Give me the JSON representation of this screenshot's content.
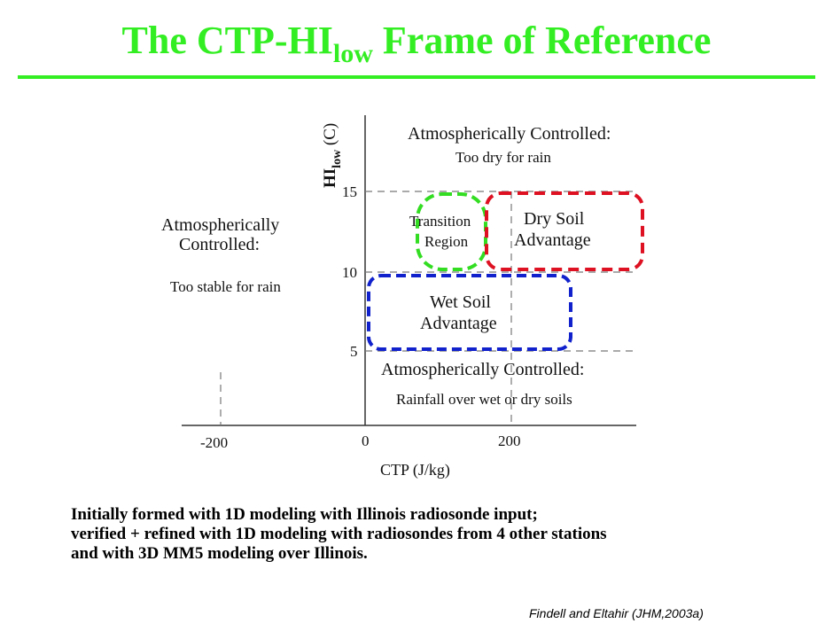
{
  "title": {
    "main": "The CTP-HI",
    "subscript": "low",
    "rest": " Frame of Reference"
  },
  "axes": {
    "y_label_main": "HI",
    "y_label_sub": "low",
    "y_label_unit": " (C)",
    "x_label": "CTP (J/kg)",
    "x_ticks": [
      "-200",
      "0",
      "200"
    ],
    "y_ticks": [
      "15",
      "10",
      "5"
    ]
  },
  "regions": {
    "top": {
      "line1": "Atmospherically Controlled:",
      "line2": "Too dry for rain"
    },
    "left": {
      "line1": "Atmospherically",
      "line2": "Controlled:",
      "line3": "Too stable for rain"
    },
    "bottom": {
      "line1": "Atmospherically Controlled:",
      "line2": "Rainfall over wet or dry soils"
    },
    "transition": {
      "line1": "Transition",
      "line2": "Region",
      "color": "#33dd22"
    },
    "dry_soil": {
      "line1": "Dry Soil",
      "line2": "Advantage",
      "color": "#dd1122"
    },
    "wet_soil": {
      "line1": "Wet Soil",
      "line2": "Advantage",
      "color": "#1122cc"
    }
  },
  "summary": {
    "line1": "Initially formed with 1D modeling with Illinois radiosonde input;",
    "line2": "verified + refined with 1D modeling with radiosondes from 4 other stations",
    "line3": "and with 3D MM5 modeling over Illinois."
  },
  "citation": "Findell and Eltahir (JHM,2003a)"
}
